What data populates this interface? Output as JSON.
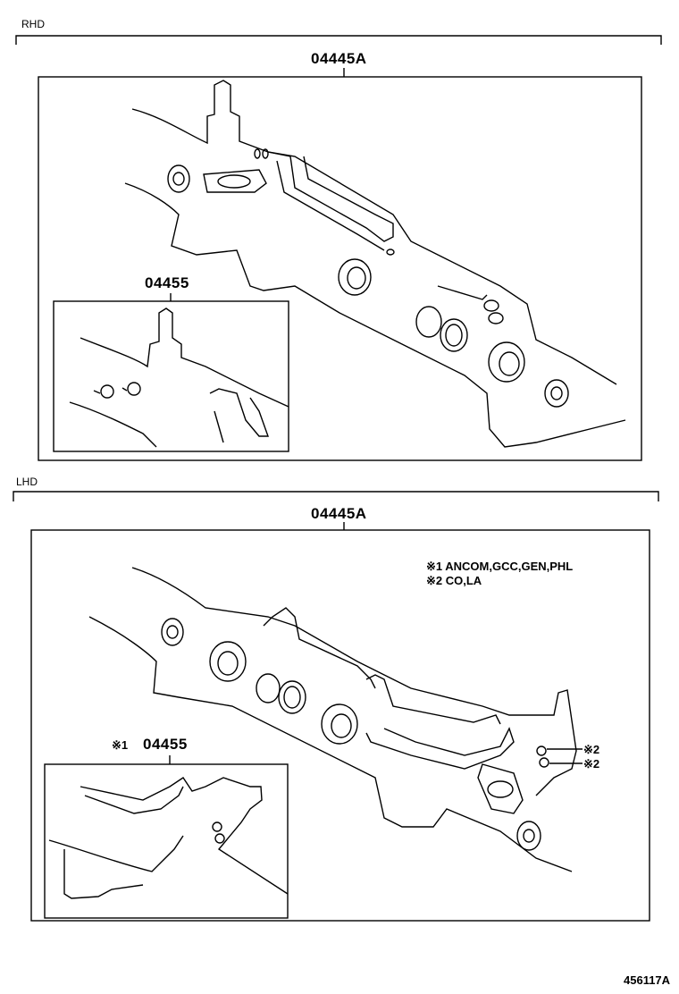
{
  "sections": [
    {
      "label": "RHD",
      "main_part": "04445A",
      "sub_part": "04455"
    },
    {
      "label": "LHD",
      "main_part": "04445A",
      "sub_part": "04455",
      "sub_part_mark": "※1",
      "notes": [
        "※1 ANCOM,GCC,GEN,PHL",
        "※2 CO,LA"
      ],
      "callouts": [
        "※2",
        "※2"
      ]
    }
  ],
  "figure_code": "456117A"
}
